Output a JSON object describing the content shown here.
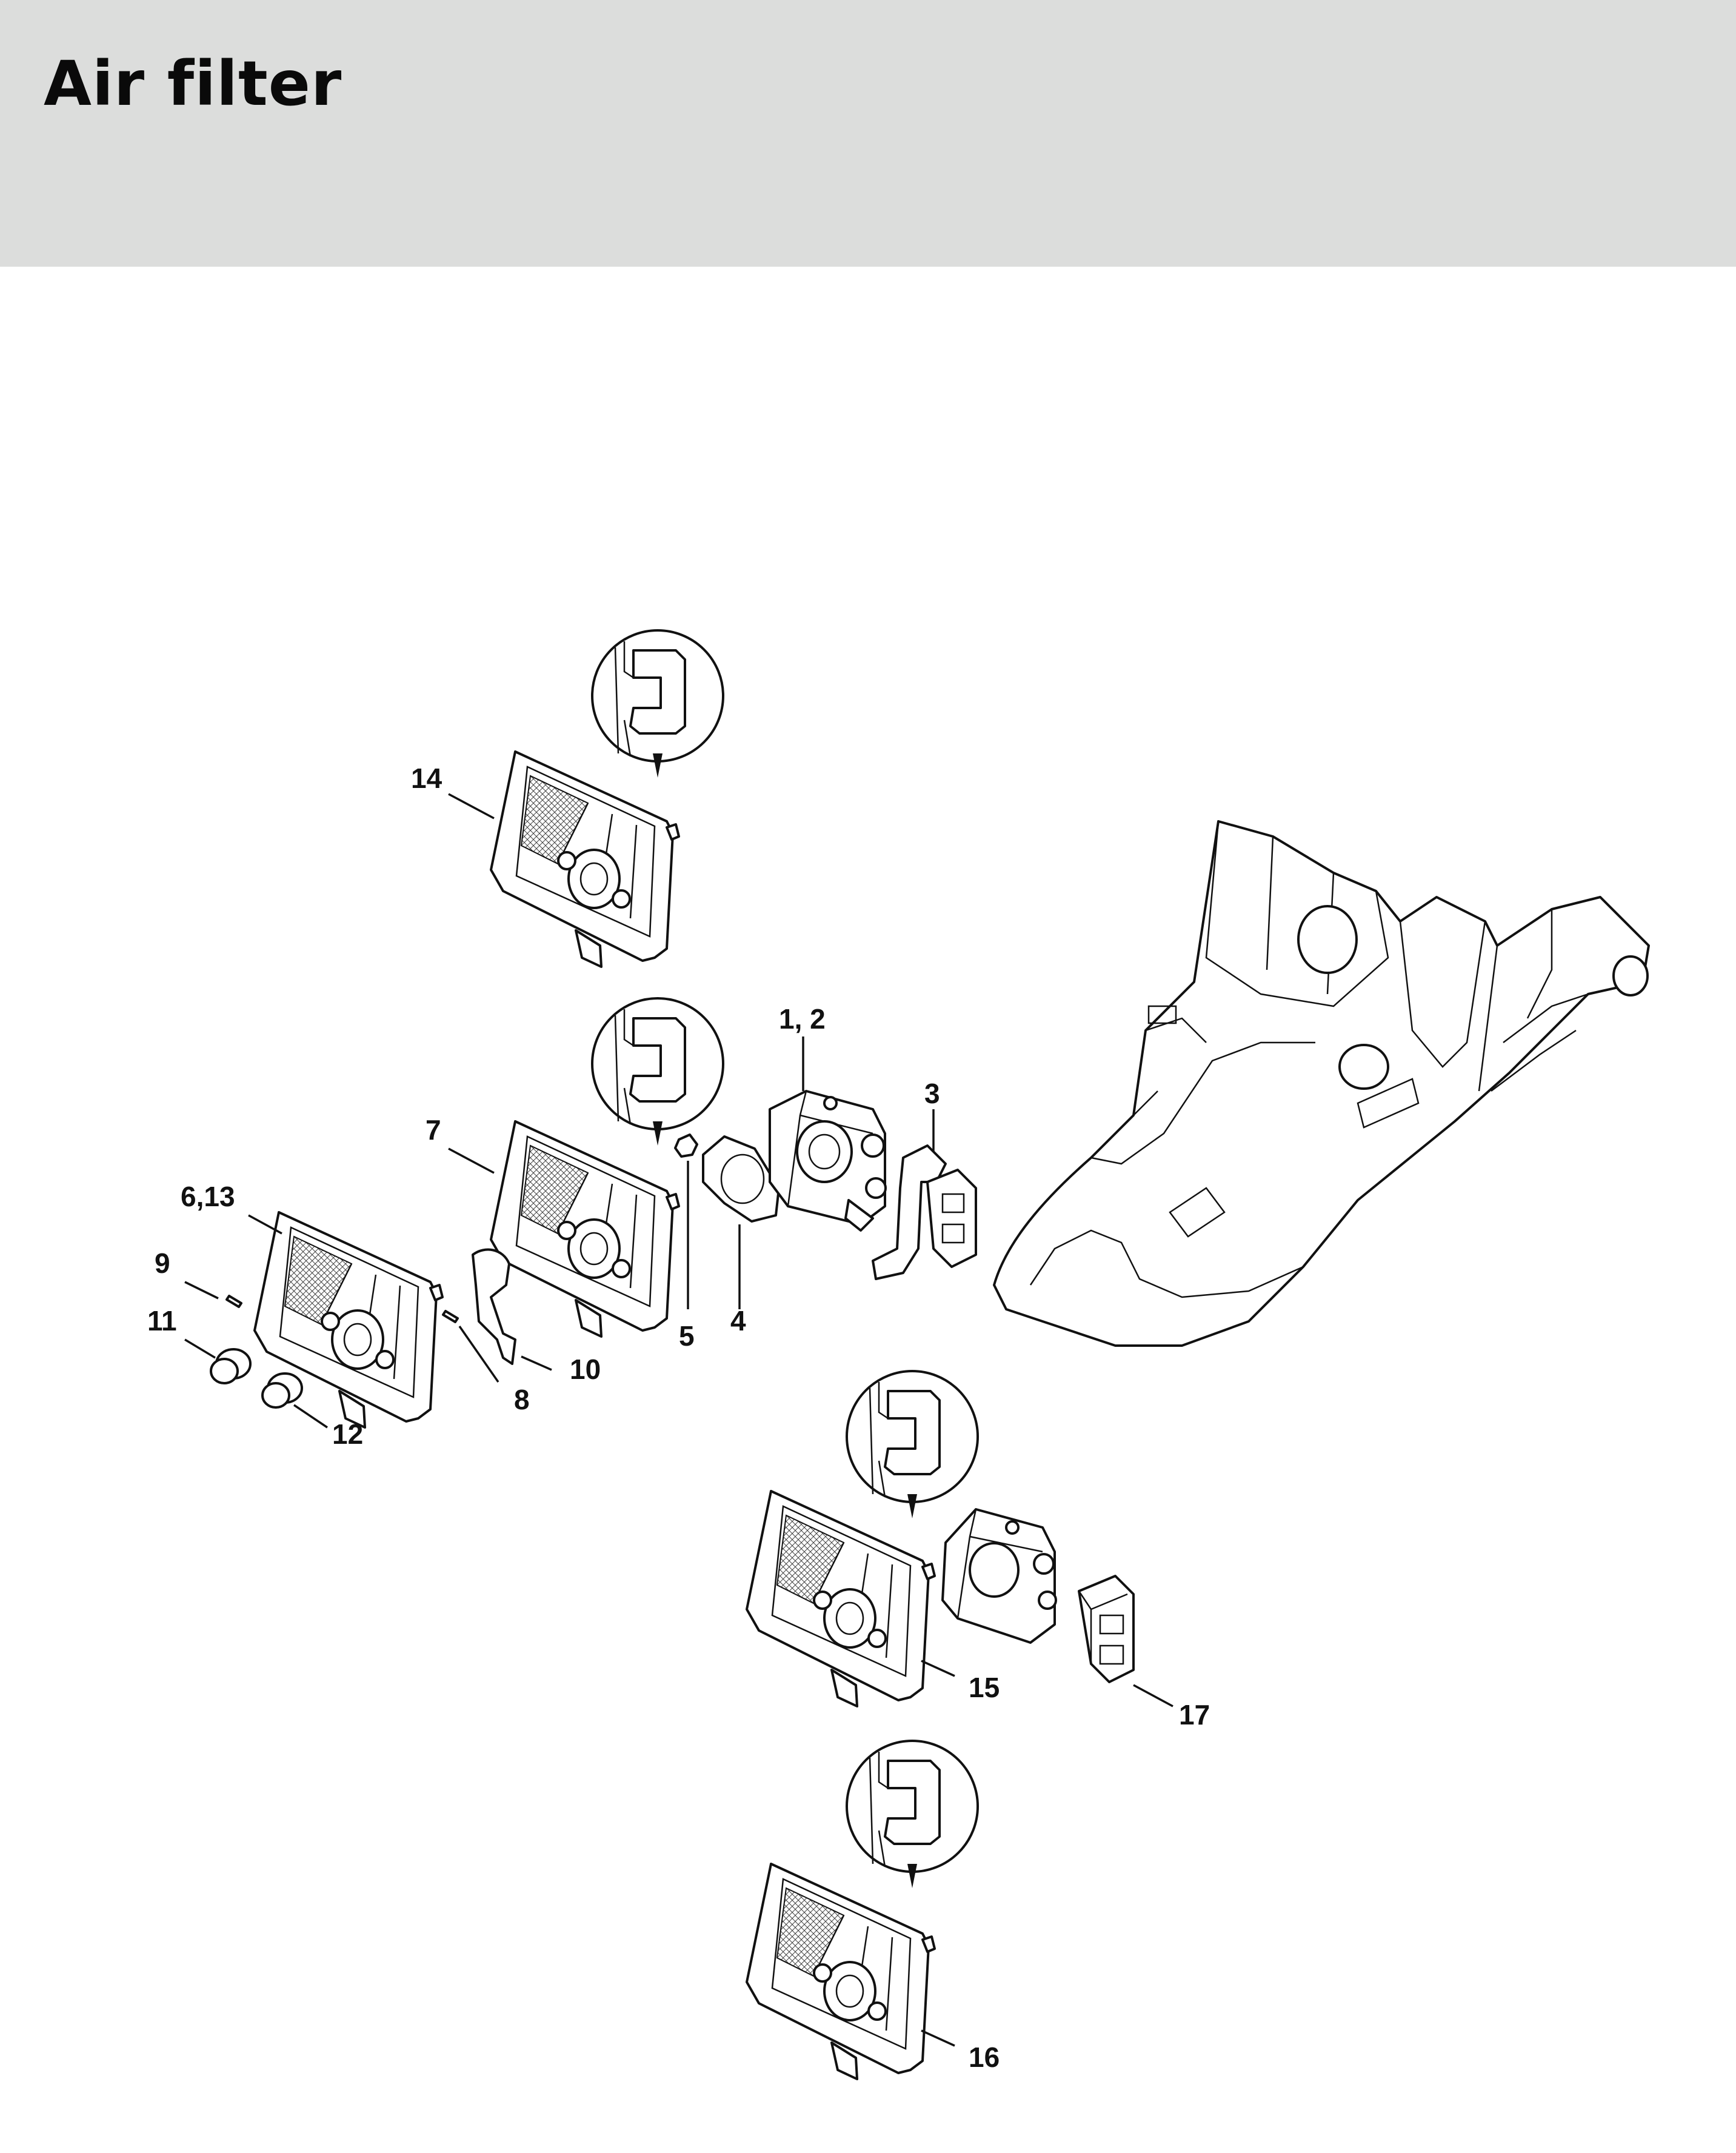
{
  "page": {
    "title": "Air filter"
  },
  "callouts": [
    {
      "id": "c14",
      "text": "14"
    },
    {
      "id": "c12a",
      "text": "1, 2"
    },
    {
      "id": "c3",
      "text": "3"
    },
    {
      "id": "c7",
      "text": "7"
    },
    {
      "id": "c613",
      "text": "6,13"
    },
    {
      "id": "c9",
      "text": "9"
    },
    {
      "id": "c11",
      "text": "11"
    },
    {
      "id": "c5",
      "text": "5"
    },
    {
      "id": "c4",
      "text": "4"
    },
    {
      "id": "c10",
      "text": "10"
    },
    {
      "id": "c8",
      "text": "8"
    },
    {
      "id": "c12",
      "text": "12"
    },
    {
      "id": "c15",
      "text": "15"
    },
    {
      "id": "c17",
      "text": "17"
    },
    {
      "id": "c16",
      "text": "16"
    }
  ]
}
